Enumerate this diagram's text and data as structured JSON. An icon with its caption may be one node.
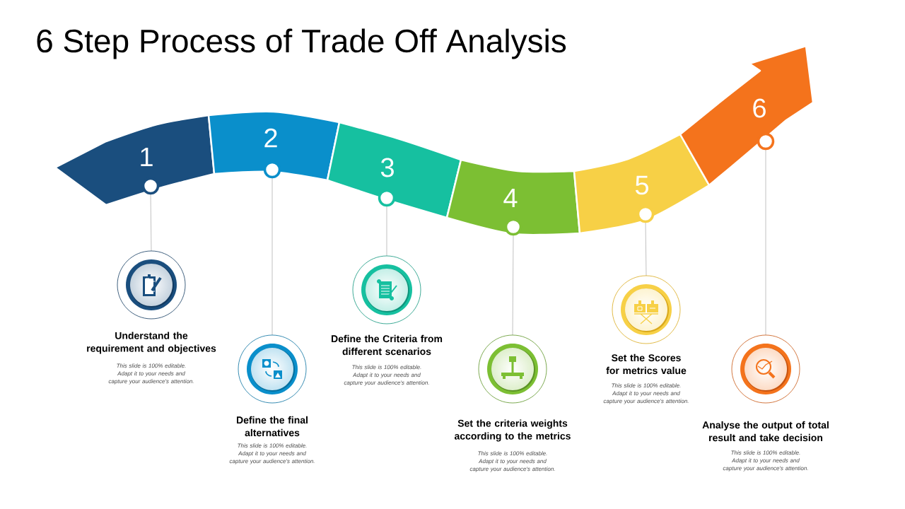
{
  "diagram": {
    "title": "6 Step Process of Trade Off Analysis",
    "nodes": [
      {
        "text": [
          "1"
        ]
      },
      {
        "text": [
          "2"
        ]
      },
      {
        "text": [
          "3"
        ]
      },
      {
        "text": [
          "4"
        ]
      },
      {
        "text": [
          "5"
        ]
      },
      {
        "text": [
          "6"
        ]
      },
      {
        "text": [],
        "shape": "circle",
        "in": 0
      },
      {
        "text": [],
        "shape": "circle",
        "in": 1
      },
      {
        "text": [],
        "shape": "circle",
        "in": 2
      },
      {
        "text": [],
        "shape": "circle",
        "in": 3
      },
      {
        "text": [],
        "shape": "circle",
        "in": 4
      },
      {
        "text": [],
        "shape": "circle",
        "in": 5
      },
      {
        "text": [],
        "shape": "circle",
        "beside": [
          "Understand the requirement and objectives",
          "This slide is 100% editable. Adapt it to your needs and capture your audience's attention."
        ]
      },
      {
        "text": [],
        "shape": "circle",
        "beside": [
          "Define the final alternatives",
          "This slide is 100% editable. Adapt it to your needs and capture your audience's attention."
        ]
      },
      {
        "text": [],
        "shape": "circle",
        "beside": [
          "Define the Criteria from different scenarios",
          "This slide is 100% editable. Adapt it to your needs and capture your audience's attention."
        ]
      },
      {
        "text": [],
        "shape": "circle",
        "beside": [
          "Set the criteria weights according to the metrics",
          "This slide is 100% editable. Adapt it to your needs and capture your audience's attention."
        ]
      },
      {
        "text": [],
        "shape": "circle",
        "beside": [
          "Set the Scores for metrics value",
          "This slide is 100% editable. Adapt it to your needs and capture your audience's attention."
        ]
      },
      {
        "text": [],
        "shape": "circle",
        "beside": [
          "Analyse the output of total result and take decision",
          "This slide is 100% editable. Adapt it to your needs and capture your audience's attention."
        ]
      }
    ],
    "edges": [
      {
        "from": 6,
        "to": 12,
        "arrow": "none"
      },
      {
        "from": 7,
        "to": 13,
        "arrow": "none"
      },
      {
        "from": 8,
        "to": 14,
        "arrow": "none"
      },
      {
        "from": 9,
        "to": 15,
        "arrow": "none"
      },
      {
        "from": 10,
        "to": 16,
        "arrow": "none"
      },
      {
        "from": 11,
        "to": 17,
        "arrow": "none"
      }
    ]
  }
}
